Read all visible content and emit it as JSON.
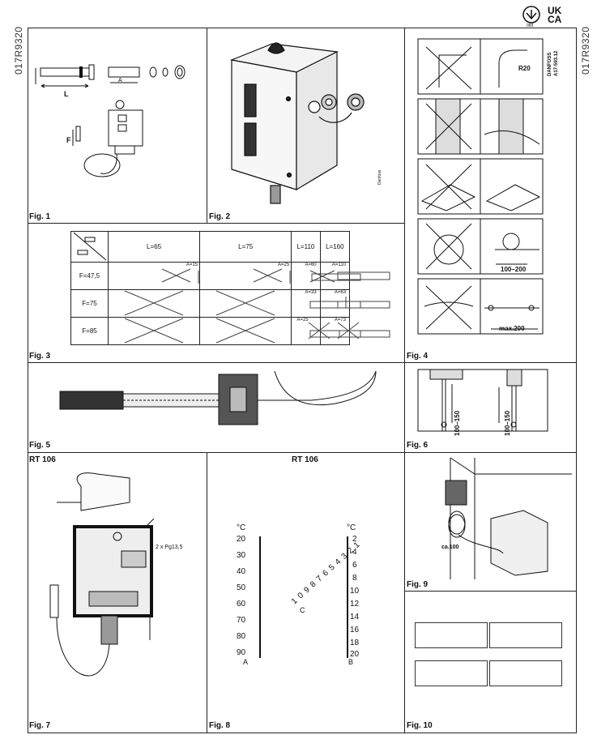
{
  "doc_number": "017R9320",
  "mark": {
    "top": "UK",
    "bottom": "CA",
    "code": "089"
  },
  "figs": {
    "f1": "Fig. 1",
    "f2": "Fig. 2",
    "f3": "Fig. 3",
    "f4": "Fig. 4",
    "f5": "Fig. 5",
    "f6": "Fig. 6",
    "f7": "Fig. 7",
    "f8": "Fig. 8",
    "f9": "Fig. 9",
    "f10": "Fig. 10"
  },
  "headings": {
    "rt7": "RT 106",
    "rt8": "RT 106"
  },
  "fig1": {
    "l": "L",
    "a": "A",
    "f": "F"
  },
  "fig3": {
    "cols": [
      "L=65",
      "L=75",
      "L=110",
      "L=160"
    ],
    "rows": [
      "F=47,5",
      "F=75",
      "F=85"
    ],
    "a_values": {
      "r1c2": "A=15",
      "r1c3": "A=25",
      "r1c4": "A=60",
      "r1c5": "A=110",
      "r2c4": "A=33",
      "r2c5": "A=63",
      "r3c4": "A=25",
      "r3c5": "A=73"
    }
  },
  "fig4": {
    "radius": "R20",
    "dist": "100–200",
    "max": "max.200",
    "brand": "DANFOSS",
    "code": "A17-593.12"
  },
  "fig6": {
    "d1": "100–150",
    "d2": "100–150"
  },
  "fig7": {
    "pg": "2 x Pg13,5"
  },
  "fig8": {
    "unit_left": "°C",
    "unit_right": "°C",
    "left_scale": [
      "20",
      "30",
      "40",
      "50",
      "60",
      "70",
      "80",
      "90"
    ],
    "right_scale": [
      "2",
      "4",
      "6",
      "8",
      "10",
      "12",
      "14",
      "16",
      "18",
      "20"
    ],
    "left_letter": "A",
    "right_letter": "B",
    "dial_letter": "C",
    "dial": "1 0 9 8 7 6 5 4 3 2 1"
  },
  "fig9": {
    "dist": "ca.100"
  }
}
